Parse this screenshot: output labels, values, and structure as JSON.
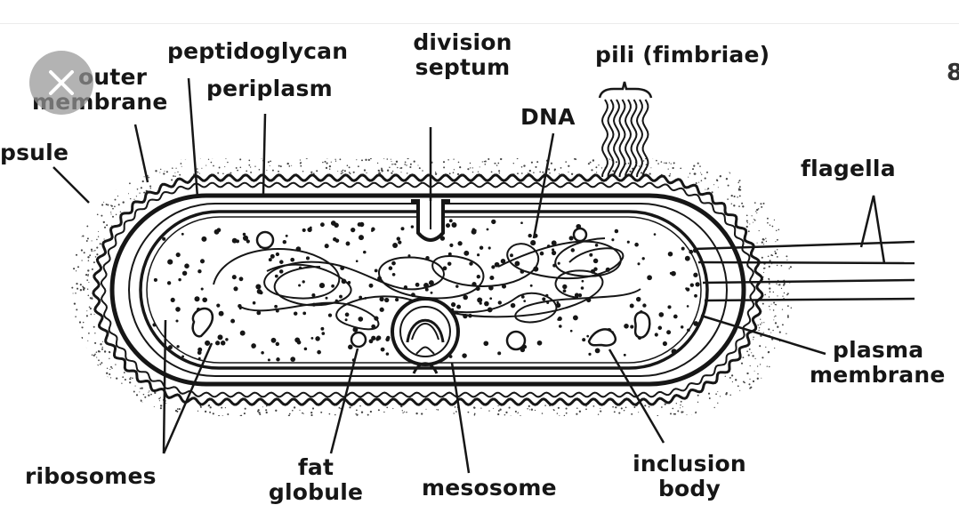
{
  "diagram": {
    "labels": {
      "outer_membrane": [
        "outer",
        "membrane"
      ],
      "peptidoglycan": "peptidoglycan",
      "periplasm": "periplasm",
      "division_septum": [
        "division",
        "septum"
      ],
      "pili": "pili (fimbriae)",
      "dna": "DNA",
      "capsule": "psule",
      "flagella": "flagella",
      "plasma_membrane": [
        "plasma",
        "membrane"
      ],
      "ribosomes": "ribosomes",
      "fat_globule": [
        "fat",
        "globule"
      ],
      "mesosome": "mesosome",
      "inclusion_body": [
        "inclusion",
        "body"
      ]
    },
    "edge_glyph": "8"
  },
  "colors": {
    "ink": "#161616",
    "stipple": "#444444",
    "close_button_bg": "#969696",
    "close_icon": "#ffffff"
  },
  "icons": {
    "close": "close-icon"
  }
}
